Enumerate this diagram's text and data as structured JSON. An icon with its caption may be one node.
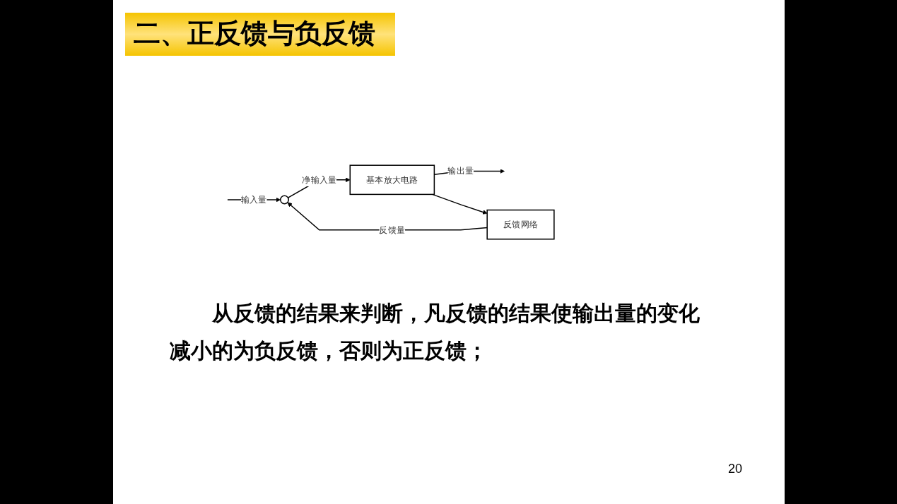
{
  "diagram": {
    "title": "二、正反馈与负反馈",
    "nodes": [
      {
        "text": [],
        "shape": "circle"
      },
      {
        "text": [
          "基本放大电路"
        ]
      },
      {
        "text": [
          "反馈网络"
        ]
      }
    ],
    "edges": [
      {
        "from": null,
        "to": 0,
        "arrow": "to",
        "label": "输入量"
      },
      {
        "from": 0,
        "to": 1,
        "arrow": "to",
        "label": "净输入量"
      },
      {
        "from": 1,
        "to": null,
        "arrow": "to",
        "label": "输出量"
      },
      {
        "from": 1,
        "to": 2,
        "arrow": "to"
      },
      {
        "from": 2,
        "to": 0,
        "arrow": "to",
        "label": "反馈量"
      }
    ],
    "labels": [
      "从反馈的结果来判断，凡反馈的结果使输出量的变化减小的为负反馈，否则为正反馈；",
      "20"
    ]
  }
}
